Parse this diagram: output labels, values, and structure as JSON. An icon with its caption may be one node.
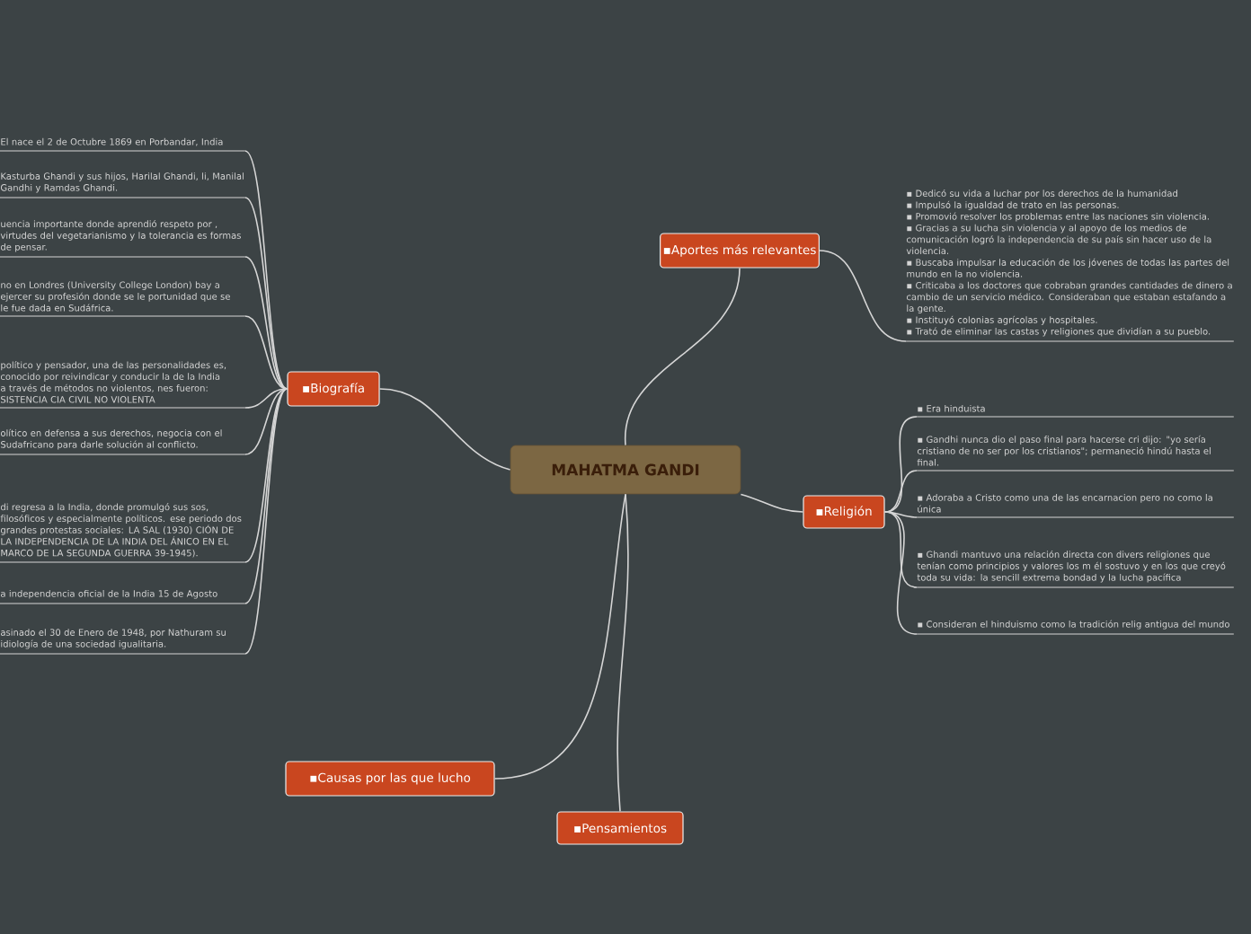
{
  "diagram": {
    "nodes": [
      {
        "text": [
          "MAHATMA GANDI"
        ]
      },
      {
        "text": [
          "▪Biografía"
        ]
      },
      {
        "text": [
          "El nace el 2 de Octubre 1869 en Porbandar, India"
        ]
      },
      {
        "text": [
          "Kasturba Ghandi y sus hijos, Harilal Ghandi, li, Manilal Gandhi y Ramdas Ghandi."
        ]
      },
      {
        "text": [
          "uencia importante donde aprendió respeto por , virtudes del vegetarianismo y la tolerancia es formas de pensar."
        ]
      },
      {
        "text": [
          "no en Londres (University College London) bay a ejercer su profesión donde se le portunidad que se le fue dada en Sudáfrica."
        ]
      },
      {
        "text": [
          "político y pensador, una de las personalidades es, conocido por reivindicar y conducir la de la India a través de métodos no violentos, nes fueron: SISTENCIA CIA CIVIL NO VIOLENTA"
        ]
      },
      {
        "text": [
          "olítico en defensa a sus derechos, negocia con el Sudafricano para darle solución al conflicto."
        ]
      },
      {
        "text": [
          "di regresa a la India, donde promulgó sus sos, filosóficos y especialmente políticos. ese periodo dos grandes protestas sociales: LA SAL (1930) CIÓN DE LA INDEPENDENCIA DE LA INDIA DEL ÁNICO EN EL MARCO DE LA SEGUNDA GUERRA 39-1945)."
        ]
      },
      {
        "text": [
          "a independencia oficial de la India 15 de Agosto"
        ]
      },
      {
        "text": [
          "asinado el 30 de Enero de 1948, por Nathuram su idiología de una sociedad igualitaria."
        ]
      },
      {
        "text": [
          "▪Aportes más relevantes"
        ]
      },
      {
        "text": [
          "▪ Dedicó su vida a luchar por los derechos de la humanidad",
          "▪ Impulsó la igualdad de trato en las personas.",
          "▪ Promovió resolver los problemas entre las naciones sin violencia.",
          "▪ Gracias a su lucha sin violencia y al apoyo de los medios de comunicación logró la independencia de su país sin hacer uso de la violencia.",
          "▪ Buscaba impulsar la educación de los jóvenes de todas las partes del mundo en la no violencia.",
          "▪ Criticaba a los doctores que cobraban grandes cantidades de dinero a cambio de un servicio médico. Consideraban que estaban estafando a la gente.",
          "▪ Instituyó colonias agrícolas y hospitales.",
          "▪ Trató de eliminar las castas y religiones que dividían a su pueblo."
        ]
      },
      {
        "text": [
          "▪Religión"
        ]
      },
      {
        "text": [
          "▪ Era hinduista"
        ]
      },
      {
        "text": [
          "▪ Gandhi nunca dio el paso final para hacerse cri dijo: \"yo sería cristiano de no ser por los cristianos\"; permaneció hindú hasta el final."
        ]
      },
      {
        "text": [
          "▪ Adoraba a Cristo como una de las encarnacion pero no como la única"
        ]
      },
      {
        "text": [
          "▪ Ghandi mantuvo una relación directa con divers religiones que tenían como principios y valores los m él sostuvo y en los que creyó toda su vida: la sencill extrema bondad y la lucha pacífica"
        ]
      },
      {
        "text": [
          "▪ Consideran el hinduismo como la tradición relig antigua del mundo"
        ]
      },
      {
        "text": [
          "▪Causas por las que lucho"
        ]
      },
      {
        "text": [
          "▪Pensamientos"
        ]
      }
    ],
    "edges": [
      {
        "from": 0,
        "to": 1,
        "arrow": "none"
      },
      {
        "from": 1,
        "to": 2,
        "arrow": "none"
      },
      {
        "from": 1,
        "to": 3,
        "arrow": "none"
      },
      {
        "from": 1,
        "to": 4,
        "arrow": "none"
      },
      {
        "from": 1,
        "to": 5,
        "arrow": "none"
      },
      {
        "from": 1,
        "to": 6,
        "arrow": "none"
      },
      {
        "from": 1,
        "to": 7,
        "arrow": "none"
      },
      {
        "from": 1,
        "to": 8,
        "arrow": "none"
      },
      {
        "from": 1,
        "to": 9,
        "arrow": "none"
      },
      {
        "from": 1,
        "to": 10,
        "arrow": "none"
      },
      {
        "from": 0,
        "to": 11,
        "arrow": "none"
      },
      {
        "from": 11,
        "to": 12,
        "arrow": "none"
      },
      {
        "from": 0,
        "to": 13,
        "arrow": "none"
      },
      {
        "from": 13,
        "to": 14,
        "arrow": "none"
      },
      {
        "from": 13,
        "to": 15,
        "arrow": "none"
      },
      {
        "from": 13,
        "to": 16,
        "arrow": "none"
      },
      {
        "from": 13,
        "to": 17,
        "arrow": "none"
      },
      {
        "from": 13,
        "to": 18,
        "arrow": "none"
      },
      {
        "from": 0,
        "to": 19,
        "arrow": "none"
      },
      {
        "from": 0,
        "to": 20,
        "arrow": "none"
      }
    ]
  }
}
